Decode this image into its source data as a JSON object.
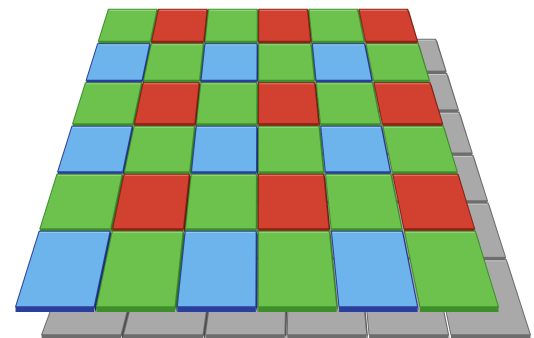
{
  "board": {
    "rows": 6,
    "cols": 6,
    "tile_pattern": [
      [
        "green",
        "red",
        "green",
        "red",
        "green",
        "red"
      ],
      [
        "blue",
        "green",
        "blue",
        "green",
        "blue",
        "green"
      ],
      [
        "green",
        "red",
        "green",
        "red",
        "green",
        "red"
      ],
      [
        "blue",
        "green",
        "blue",
        "green",
        "blue",
        "green"
      ],
      [
        "green",
        "red",
        "green",
        "red",
        "green",
        "red"
      ],
      [
        "blue",
        "green",
        "blue",
        "green",
        "blue",
        "green"
      ]
    ],
    "colors": {
      "green": {
        "top": "#6cc24c",
        "edge": "#3e8f2c",
        "dark": "#2f6f22"
      },
      "red": {
        "top": "#d2402f",
        "edge": "#8a2317",
        "dark": "#5e180f"
      },
      "blue": {
        "top": "#6eb4ec",
        "edge": "#2a3f9c",
        "dark": "#1c2a70"
      },
      "gray": {
        "top": "#a9a9a9",
        "edge": "#6d6d6d",
        "dark": "#4a4a4a"
      }
    },
    "shadow_layer": {
      "color": "gray",
      "visible": true
    }
  }
}
